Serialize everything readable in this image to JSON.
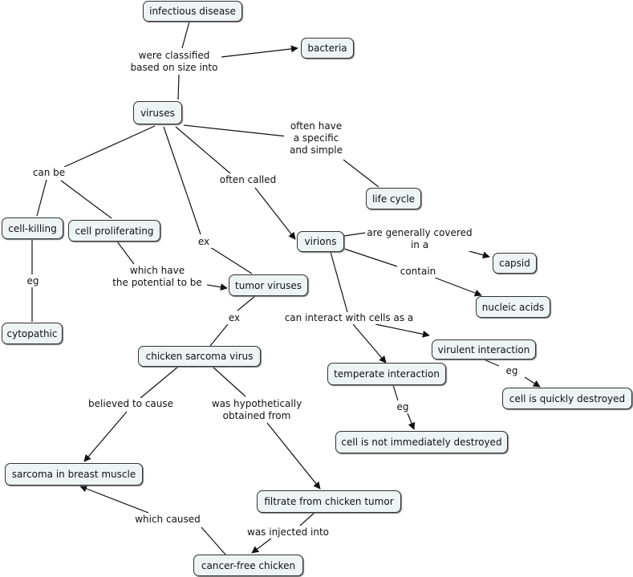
{
  "concepts": {
    "infectious_disease": "infectious disease",
    "bacteria": "bacteria",
    "viruses": "viruses",
    "cell_killing": "cell-killing",
    "cell_proliferating": "cell proliferating",
    "cytopathic": "cytopathic",
    "life_cycle": "life cycle",
    "virions": "virions",
    "capsid": "capsid",
    "nucleic_acids": "nucleic acids",
    "tumor_viruses": "tumor viruses",
    "chicken_sarcoma_virus": "chicken sarcoma virus",
    "virulent_interaction": "virulent interaction",
    "temperate_interaction": "temperate interaction",
    "cell_quickly_destroyed": "cell is quickly destroyed",
    "cell_not_destroyed": "cell is not immediately destroyed",
    "sarcoma_breast_muscle": "sarcoma in breast muscle",
    "filtrate": "filtrate from chicken tumor",
    "cancer_free_chicken": "cancer-free chicken"
  },
  "links": {
    "classified_1": "were classified",
    "classified_2": "based on size into",
    "can_be": "can be",
    "eg_cytopathic": "eg",
    "often_have_1": "often have",
    "often_have_2": "a specific",
    "often_have_3": "and simple",
    "often_called": "often called",
    "ex_tumor": "ex",
    "potential_1": "which have",
    "potential_2": "the potential to be",
    "covered_1": "are generally covered",
    "covered_2": "in a",
    "contain": "contain",
    "interact": "can interact with cells as a",
    "ex_chicken": "ex",
    "eg_virulent": "eg",
    "eg_temperate": "eg",
    "believed": "believed to cause",
    "obtained_1": "was hypothetically",
    "obtained_2": "obtained from",
    "injected": "was injected into",
    "which_caused": "which caused"
  }
}
